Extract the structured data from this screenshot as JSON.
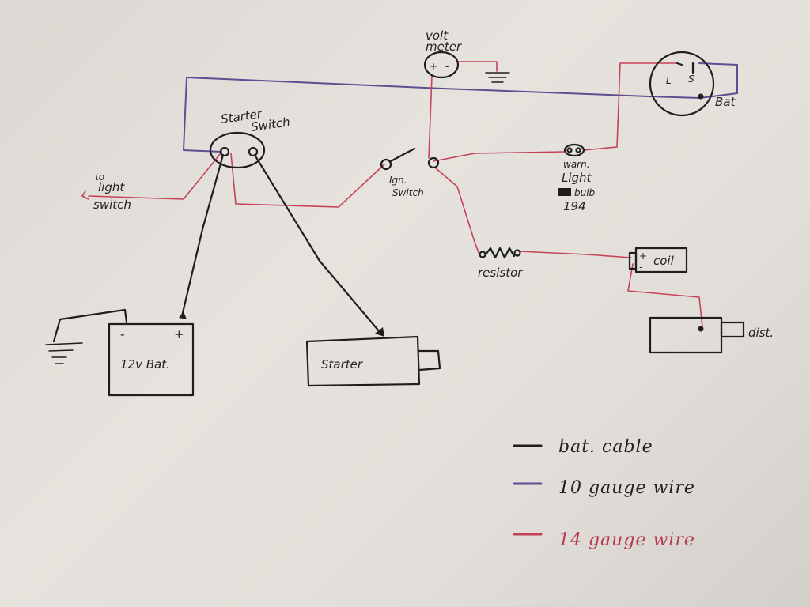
{
  "labels": {
    "volt_meter_1": "volt",
    "volt_meter_2": "meter",
    "meter_plus": "+",
    "meter_minus": "-",
    "generator_l": "L",
    "generator_s": "S",
    "generator_bat": "Bat",
    "starter_switch_1": "Starter",
    "starter_switch_2": "Switch",
    "to_light_switch_1": "to",
    "to_light_switch_2": "light",
    "to_light_switch_3": "switch",
    "ign_switch_1": "Ign.",
    "ign_switch_2": "Switch",
    "warn_light_1": "warn.",
    "warn_light_2": "Light",
    "bulb_1": "bulb",
    "bulb_2": "194",
    "resistor": "resistor",
    "coil_plus": "+",
    "coil_minus": "-",
    "coil": "coil",
    "battery_minus": "-",
    "battery_plus": "+",
    "battery": "12v Bat.",
    "starter": "Starter",
    "distributor": "dist."
  },
  "legend": [
    {
      "swatch": "#1e1e1e",
      "label": "bat. cable"
    },
    {
      "swatch": "#5b4f93",
      "label": "10 gauge wire"
    },
    {
      "swatch": "#c64259",
      "label": "14 gauge wire"
    }
  ]
}
